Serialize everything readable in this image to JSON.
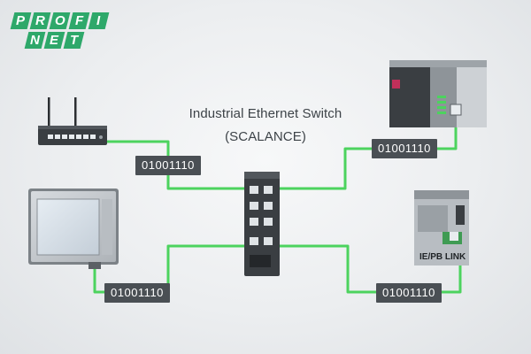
{
  "logo": {
    "row1": [
      "P",
      "R",
      "O",
      "F",
      "I"
    ],
    "row2": [
      "N",
      "E",
      "T"
    ]
  },
  "title": {
    "line1": "Industrial Ethernet Switch",
    "line2": "(SCALANCE)"
  },
  "binary_labels": {
    "router": "01001110",
    "plc": "01001110",
    "hmi": "01001110",
    "ie_pb_link": "01001110"
  },
  "devices": {
    "ie_pb_link_label": "IE/PB LINK"
  },
  "colors": {
    "link": "#4cd35e",
    "logo_green": "#2ea86a",
    "label_bg": "#4a4f54",
    "device_dark": "#3a3e42",
    "device_light": "#c9cdd1"
  }
}
